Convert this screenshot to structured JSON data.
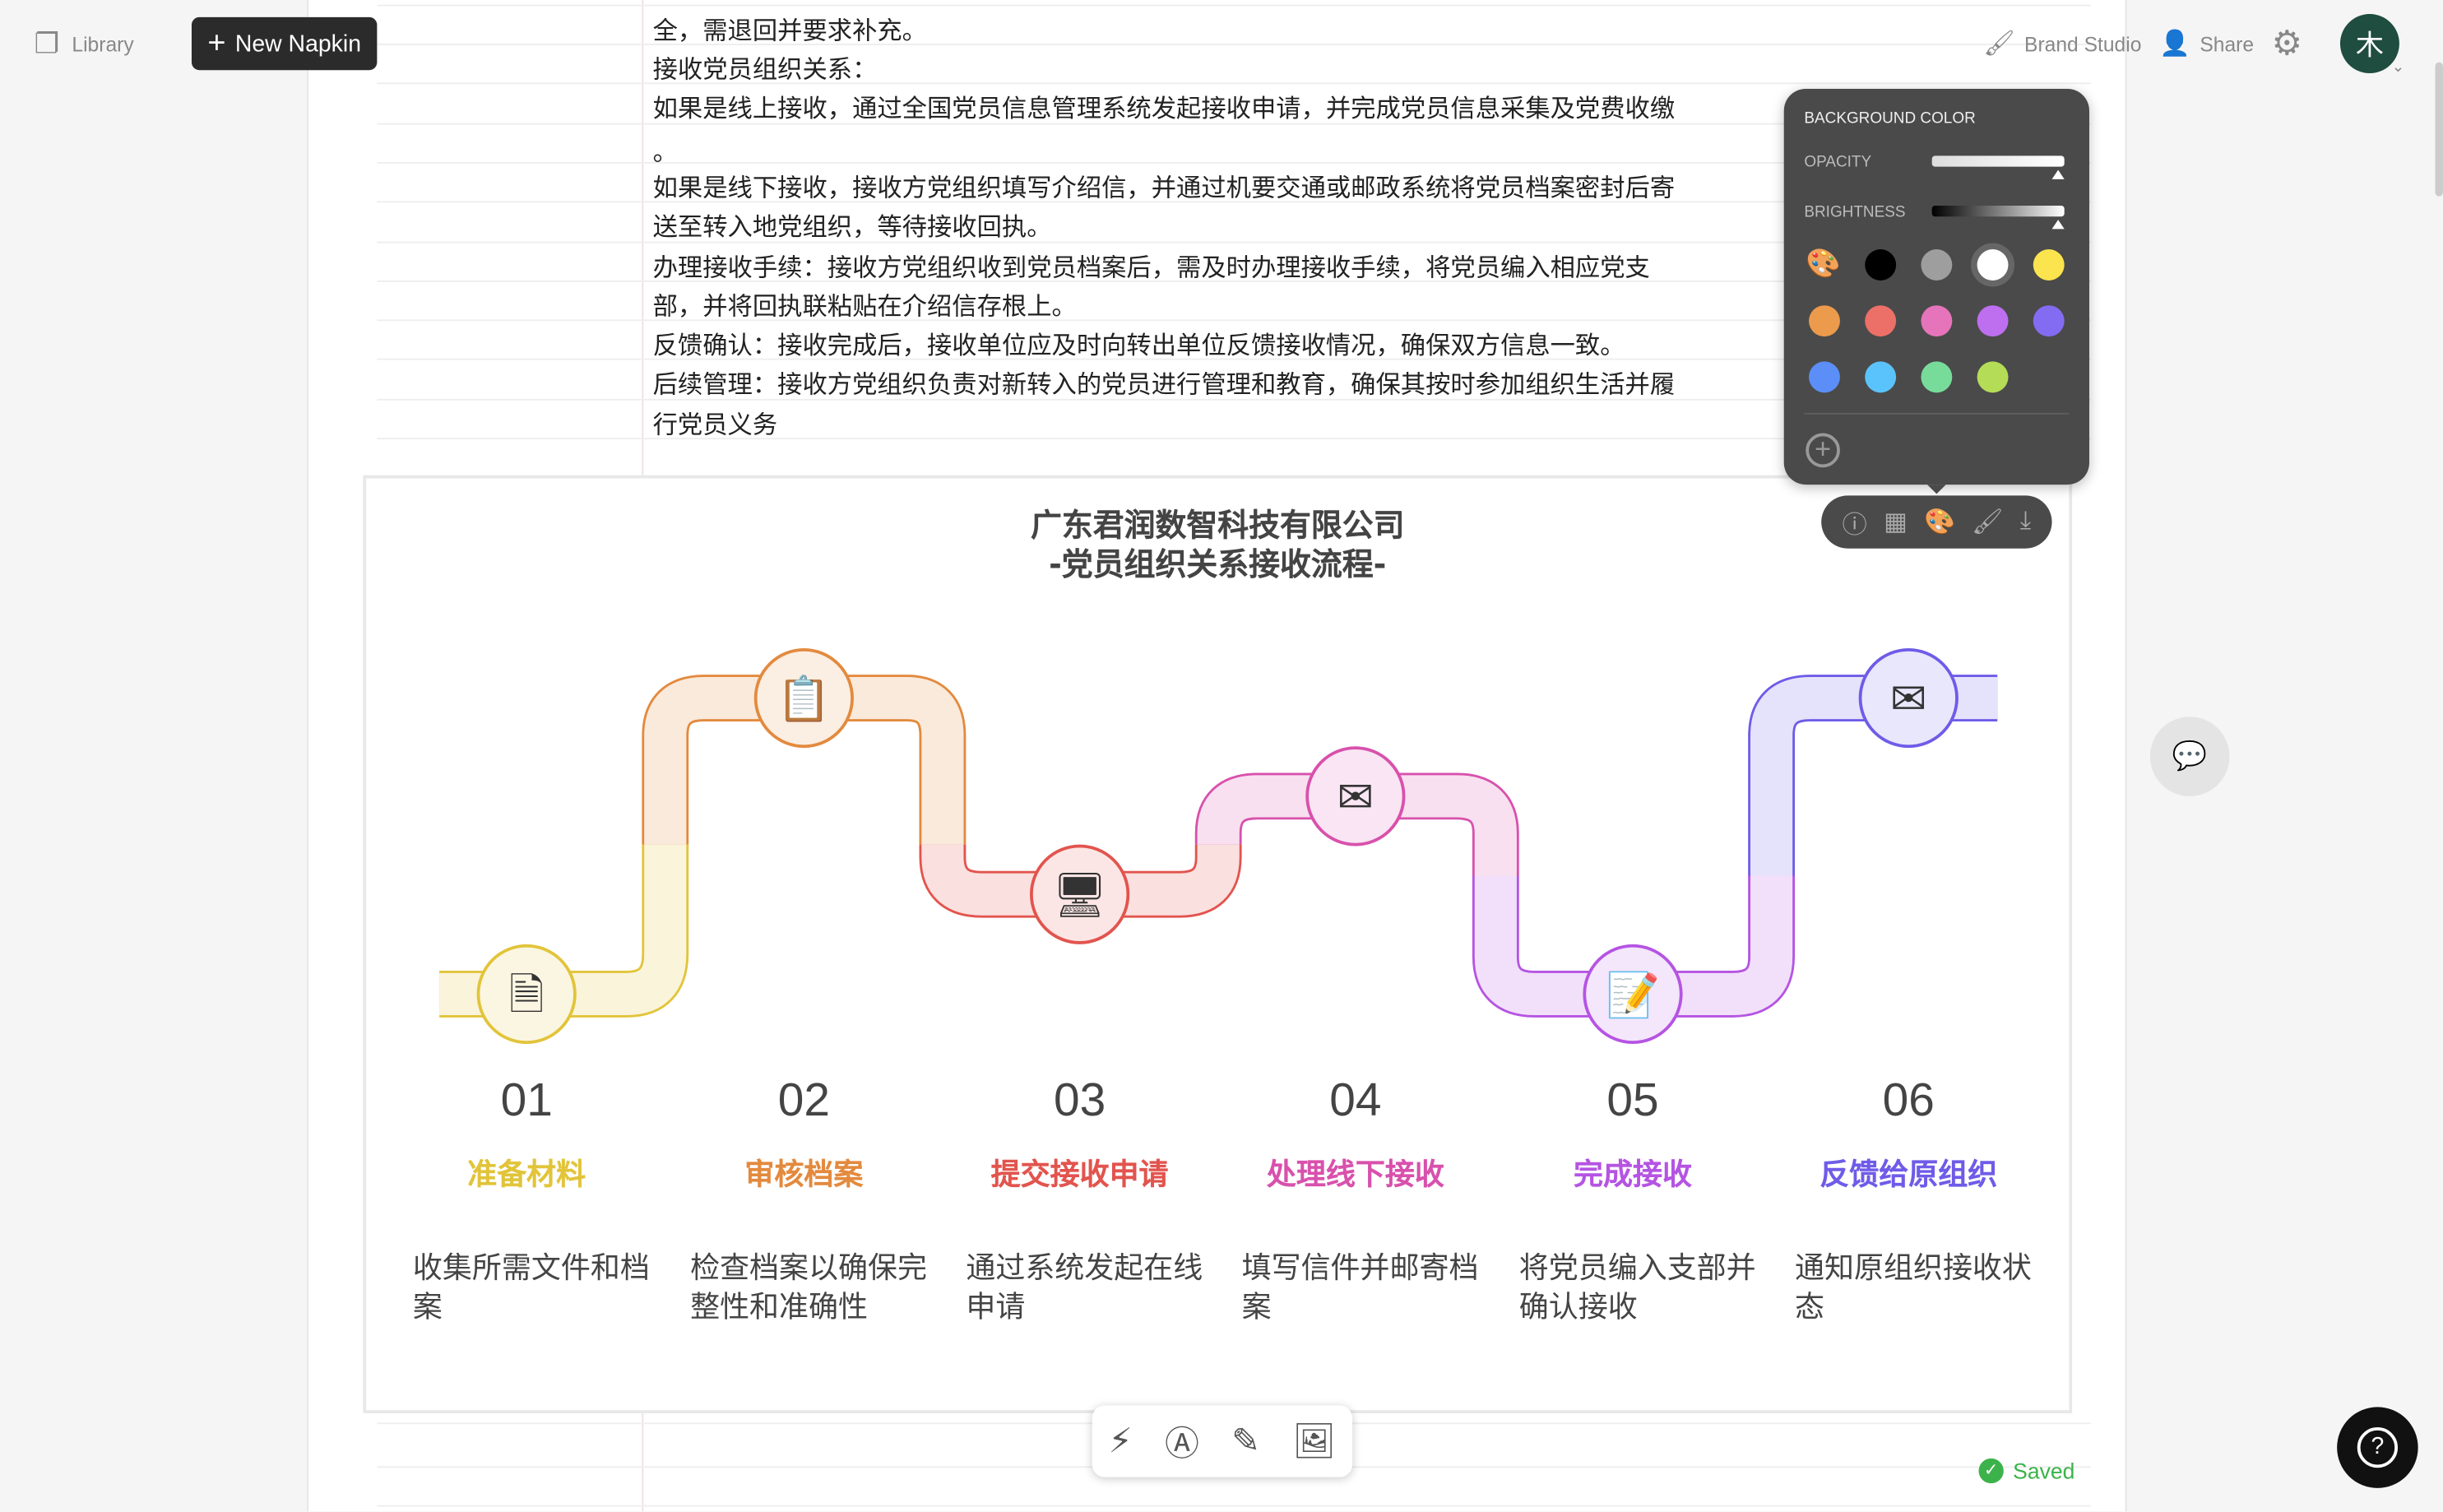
{
  "topbar": {
    "library": "Library",
    "new_napkin": "New Napkin",
    "brand_studio": "Brand Studio",
    "share": "Share",
    "avatar_initial": "木"
  },
  "document": {
    "lines": [
      "全，需退回并要求补充。",
      "接收党员组织关系：",
      "如果是线上接收，通过全国党员信息管理系统发起接收申请，并完成党员信息采集及党费收缴",
      "。",
      "如果是线下接收，接收方党组织填写介绍信，并通过机要交通或邮政系统将党员档案密封后寄",
      "送至转入地党组织，等待接收回执。",
      "办理接收手续：接收方党组织收到党员档案后，需及时办理接收手续，将党员编入相应党支",
      "部，并将回执联粘贴在介绍信存根上。",
      "反馈确认：接收完成后，接收单位应及时向转出单位反馈接收情况，确保双方信息一致。",
      "后续管理：接收方党组织负责对新转入的党员进行管理和教育，确保其按时参加组织生活并履",
      "行党员义务"
    ]
  },
  "color_popup": {
    "title": "BACKGROUND COLOR",
    "opacity_label": "OPACITY",
    "brightness_label": "BRIGHTNESS",
    "opacity": 1.0,
    "brightness": 1.0,
    "selected": "#ffffff",
    "swatches": [
      "#000000",
      "#9e9e9e",
      "#ffffff",
      "#fbe44e",
      "#ec9a4b",
      "#ec7068",
      "#e674bb",
      "#bd6ff0",
      "#836cf2",
      "#5b8ff7",
      "#5bc3fb",
      "#77dc9a",
      "#b4dc56"
    ]
  },
  "diagram": {
    "title_line1": "广东君润数智科技有限公司",
    "title_line2": "-党员组织关系接收流程-",
    "steps": [
      {
        "num": "01",
        "title": "准备材料",
        "desc": "收集所需文件和档案",
        "color": "#e2c43a",
        "icon": "document-hand-icon"
      },
      {
        "num": "02",
        "title": "审核档案",
        "desc": "检查档案以确保完整性和准确性",
        "color": "#e38a3e",
        "icon": "checklist-icon"
      },
      {
        "num": "03",
        "title": "提交接收申请",
        "desc": "通过系统发起在线申请",
        "color": "#e2544e",
        "icon": "computer-icon"
      },
      {
        "num": "04",
        "title": "处理线下接收",
        "desc": "填写信件并邮寄档案",
        "color": "#d851ac",
        "icon": "mail-icon"
      },
      {
        "num": "05",
        "title": "完成接收",
        "desc": "将党员编入支部并确认接收",
        "color": "#b554e3",
        "icon": "form-pen-icon"
      },
      {
        "num": "06",
        "title": "反馈给原组织",
        "desc": "通知原组织接收状态",
        "color": "#6e5ce8",
        "icon": "mail-reply-icon"
      }
    ]
  },
  "status": {
    "saved": "Saved"
  }
}
